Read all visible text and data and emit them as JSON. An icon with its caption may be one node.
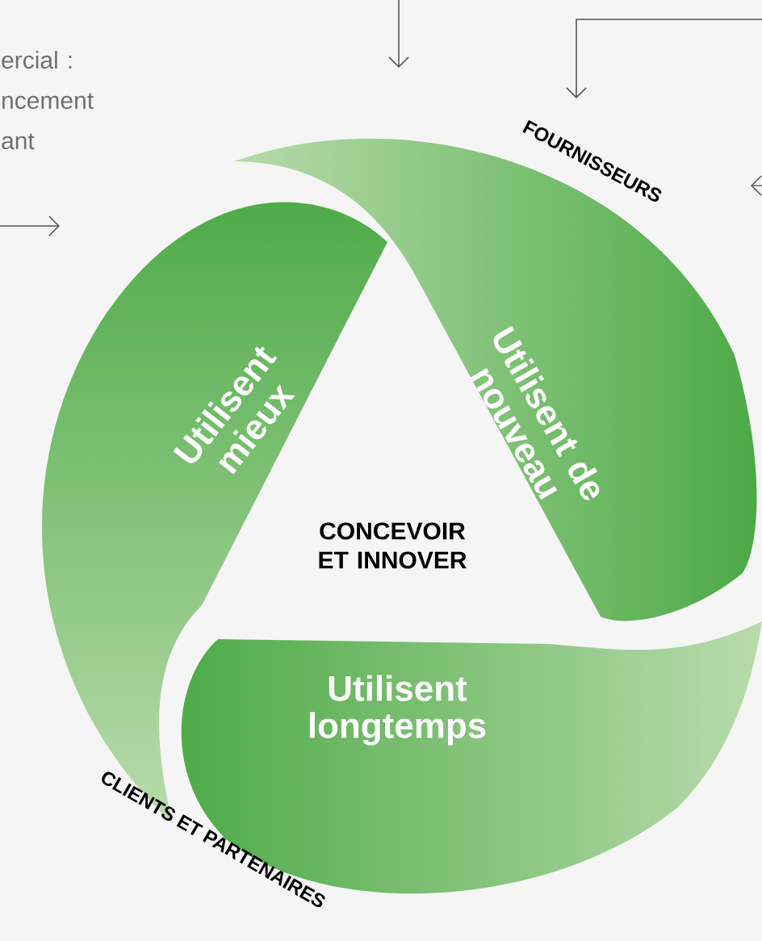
{
  "diagram": {
    "nodes": [
      {
        "text": [
          "Utilisent mieux"
        ]
      },
      {
        "text": [
          "Utilisent de nouveau"
        ]
      },
      {
        "text": [
          "Utilisent longtemps"
        ]
      }
    ],
    "labels": [
      "ercial : ncement ant",
      "FOURNISSEURS",
      "CONCEVOIR ET INNOVER",
      "CLIENTS ET PARTENAIRES"
    ]
  }
}
